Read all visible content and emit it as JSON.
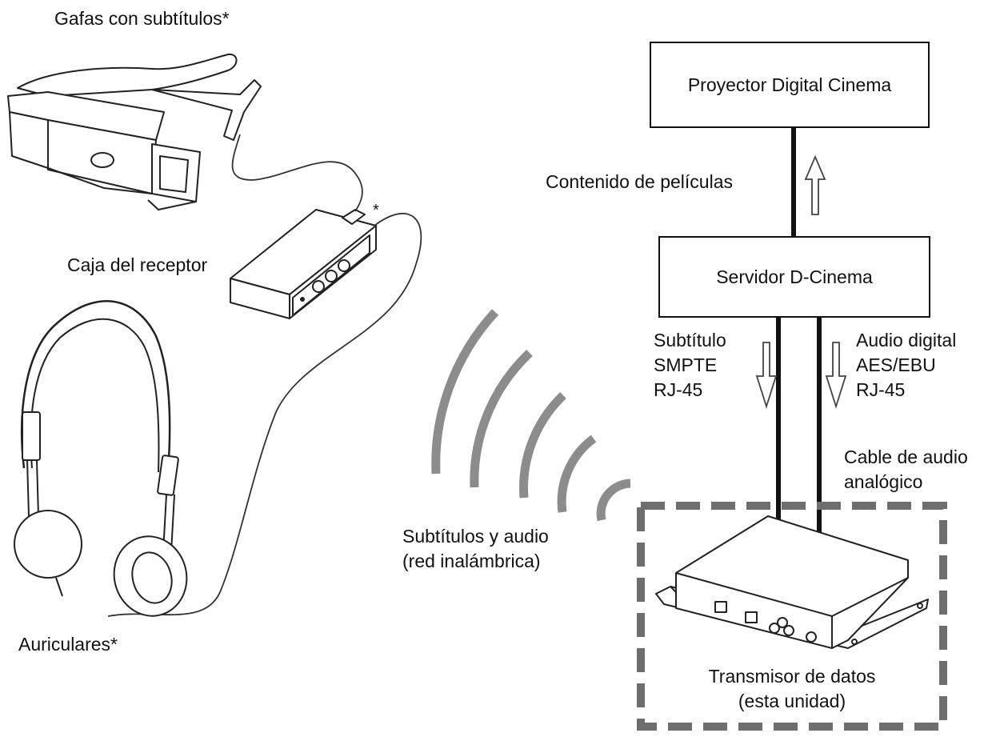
{
  "labels": {
    "glasses": "Gafas con subtítulos*",
    "receiver_box": "Caja del receptor",
    "receiver_asterisk": "*",
    "headphones": "Auriculares*",
    "wireless_line1": "Subtítulos y audio",
    "wireless_line2": "(red inalámbrica)",
    "movie_content": "Contenido de películas",
    "subtitle_lines": [
      "Subtítulo",
      "SMPTE",
      "RJ-45"
    ],
    "audio_lines": [
      "Audio digital",
      "AES/EBU",
      "RJ-45"
    ],
    "analog_line1": "Cable de audio",
    "analog_line2": "analógico",
    "transmitter_line1": "Transmisor de datos",
    "transmitter_line2": "(esta unidad)"
  },
  "boxes": {
    "projector": "Proyector Digital Cinema",
    "server": "Servidor D-Cinema"
  }
}
